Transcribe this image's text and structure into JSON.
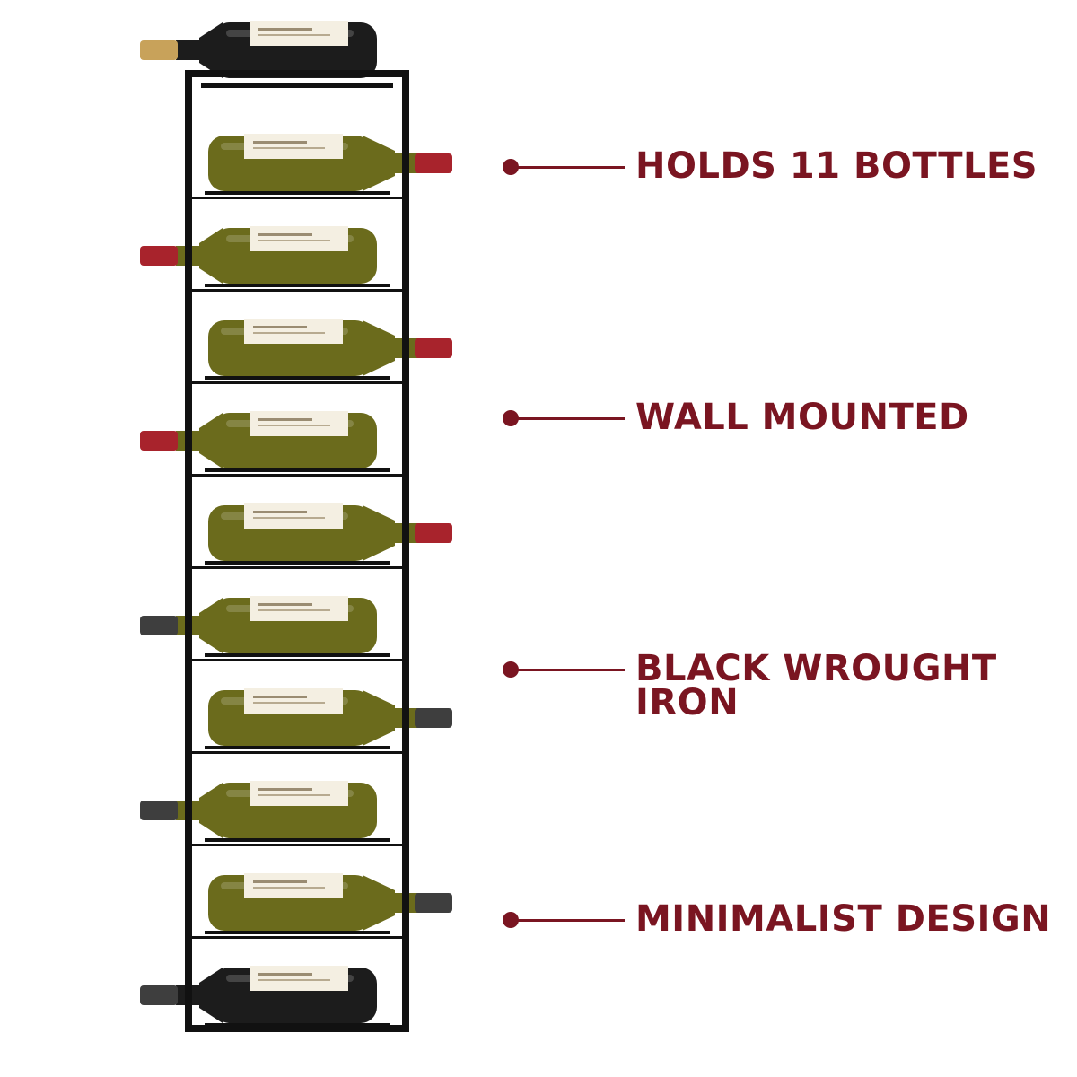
{
  "colors": {
    "accent": "#7a1521",
    "frame": "#111111",
    "glass_green": "#6b6b1c",
    "glass_dark": "#1c1c1c",
    "cork_red": "#a8232c",
    "cork_gray": "#3e3e3e",
    "cork_tan": "#c8a25a",
    "label_paper": "#f4efe2"
  },
  "features": [
    {
      "id": "holds",
      "label": "HOLDS 11 BOTTLES"
    },
    {
      "id": "wall",
      "label": "WALL MOUNTED"
    },
    {
      "id": "iron",
      "label": "BLACK WROUGHT IRON"
    },
    {
      "id": "minimal",
      "label": "MINIMALIST DESIGN"
    }
  ],
  "bottles": [
    {
      "neck": "left",
      "glass": "dark",
      "cork": "tan"
    },
    {
      "neck": "right",
      "glass": "green",
      "cork": "red"
    },
    {
      "neck": "left",
      "glass": "green",
      "cork": "red"
    },
    {
      "neck": "right",
      "glass": "green",
      "cork": "red"
    },
    {
      "neck": "left",
      "glass": "green",
      "cork": "red"
    },
    {
      "neck": "right",
      "glass": "green",
      "cork": "red"
    },
    {
      "neck": "left",
      "glass": "green",
      "cork": "gray"
    },
    {
      "neck": "right",
      "glass": "green",
      "cork": "gray"
    },
    {
      "neck": "left",
      "glass": "green",
      "cork": "gray"
    },
    {
      "neck": "right",
      "glass": "green",
      "cork": "gray"
    },
    {
      "neck": "left",
      "glass": "dark",
      "cork": "gray"
    }
  ]
}
